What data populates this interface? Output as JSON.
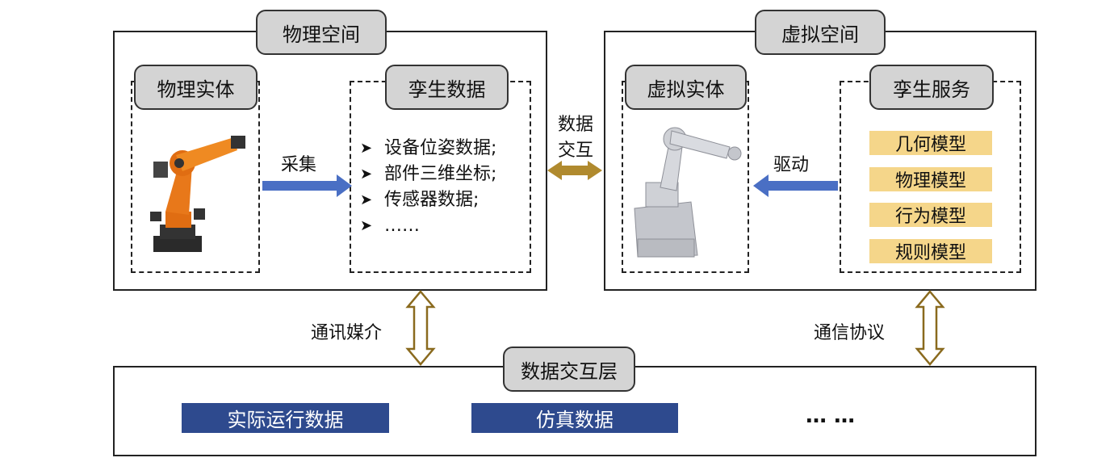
{
  "physical_space": {
    "title": "物理空间",
    "entity": {
      "title": "物理实体",
      "image": "kuka-orange-robot-arm"
    },
    "twin_data": {
      "title": "孪生数据",
      "items": [
        "设备位姿数据;",
        "部件三维坐标;",
        "传感器数据;",
        "……"
      ]
    },
    "collect_label": "采集"
  },
  "virtual_space": {
    "title": "虚拟空间",
    "entity": {
      "title": "虚拟实体",
      "image": "gray-robot-arm-model"
    },
    "twin_service": {
      "title": "孪生服务",
      "models": [
        "几何模型",
        "物理模型",
        "行为模型",
        "规则模型"
      ]
    },
    "drive_label": "驱动"
  },
  "data_exchange": {
    "line1": "数据",
    "line2": "交互"
  },
  "links": {
    "left": "通讯媒介",
    "right": "通信协议"
  },
  "data_layer": {
    "title": "数据交互层",
    "items": [
      "实际运行数据",
      "仿真数据"
    ],
    "ellipsis": "… …"
  },
  "colors": {
    "blue_arrow": "#4a6fc4",
    "gold_arrow": "#b08a2e",
    "model_fill": "#f5d68a",
    "navy_fill": "#2e4a8e",
    "tag_fill": "#d4d4d4"
  }
}
